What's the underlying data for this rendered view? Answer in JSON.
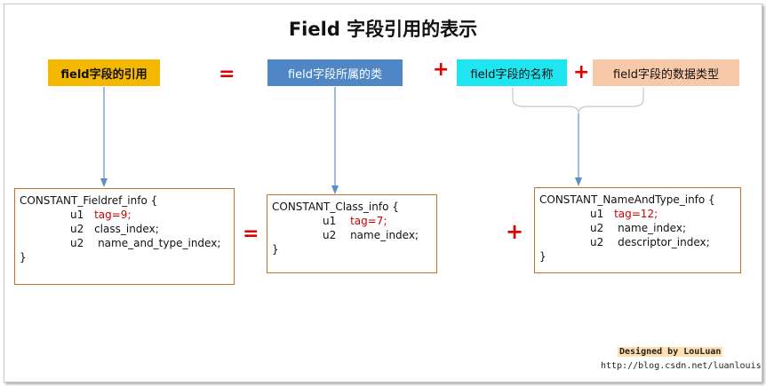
{
  "title": "Field 字段引用的表示",
  "top_row": {
    "fieldref": {
      "label": "field字段的引用",
      "color": "#f5b800"
    },
    "equals": "=",
    "class": {
      "label": "field字段所属的类",
      "color": "#4f86c6"
    },
    "plus1": "+",
    "name": {
      "label": "field字段的名称",
      "color": "#1ee6f0"
    },
    "plus2": "+",
    "type": {
      "label": "field字段的数据类型",
      "color": "#f8c9a8"
    }
  },
  "code_boxes": {
    "fieldref_info": {
      "header": "CONSTANT_Fieldref_info {",
      "lines": [
        {
          "type": "u1",
          "field": "tag=9;"
        },
        {
          "type": "u2",
          "field": "class_index;"
        },
        {
          "type": "u2",
          "field": "name_and_type_index;"
        }
      ],
      "close": "}"
    },
    "class_info": {
      "header": "CONSTANT_Class_info {",
      "lines": [
        {
          "type": "u1",
          "field": "tag=7;"
        },
        {
          "type": "u2",
          "field": "name_index;"
        }
      ],
      "close": "}"
    },
    "name_and_type_info": {
      "header": "CONSTANT_NameAndType_info {",
      "lines": [
        {
          "type": "u1",
          "field": "tag=12;"
        },
        {
          "type": "u2",
          "field": "name_index;"
        },
        {
          "type": "u2",
          "field": "descriptor_index;"
        }
      ],
      "close": "}"
    }
  },
  "bottom_ops": {
    "equals": "=",
    "plus": "+"
  },
  "credit": {
    "designed_by": "Designed by LouLuan",
    "url": "http://blog.csdn.net/luanlouis"
  },
  "colors": {
    "operator": "#e00000",
    "arrow": "#5b8fc9",
    "code_border": "#c0752a",
    "tag_red": "#d00000"
  }
}
